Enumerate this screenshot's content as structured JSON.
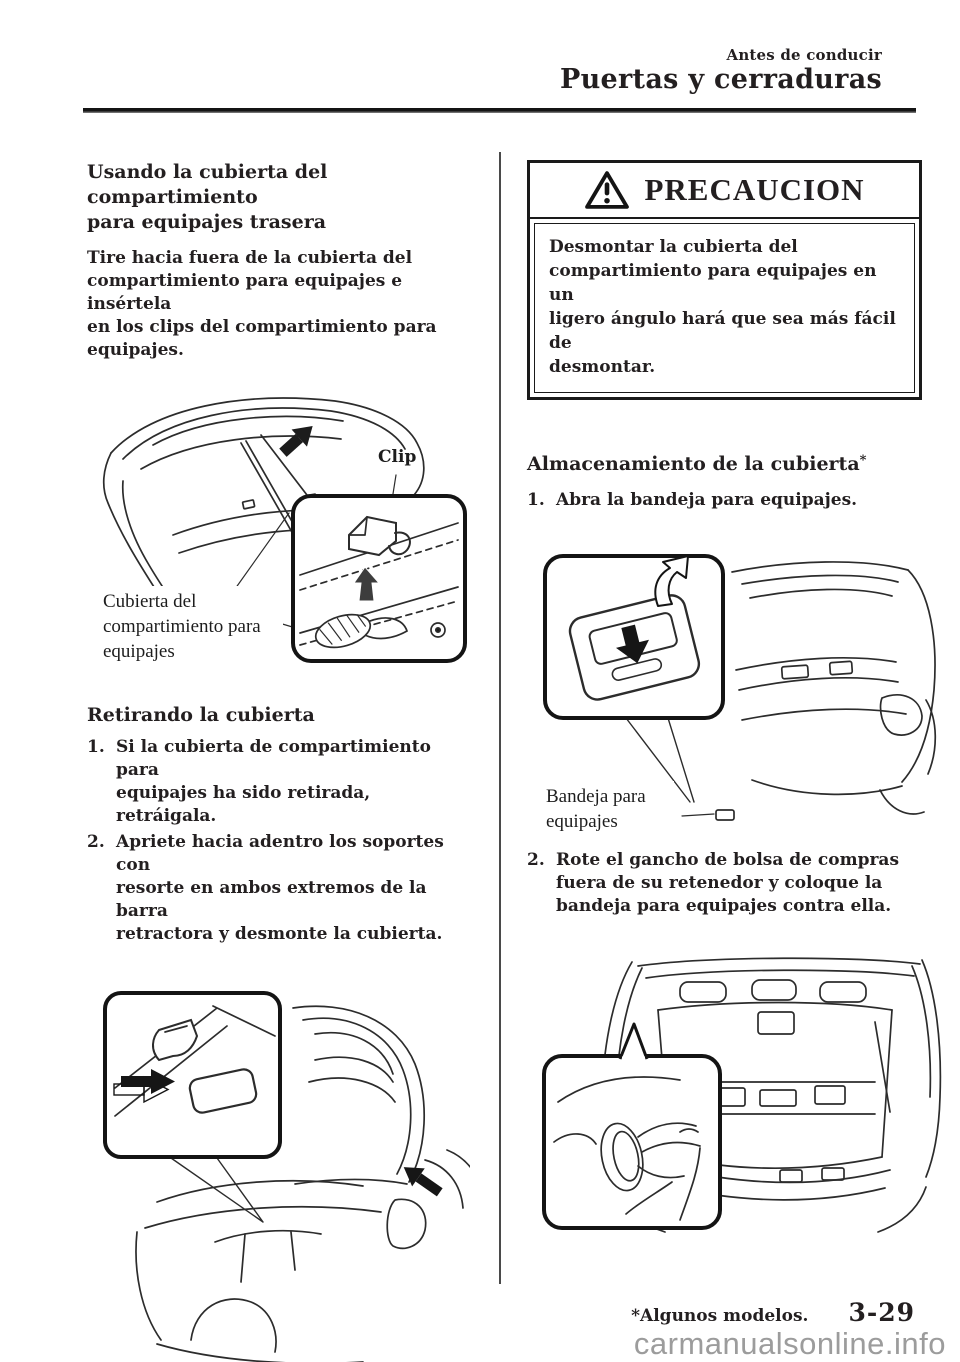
{
  "header": {
    "eyebrow": "Antes de conducir",
    "title": "Puertas y cerraduras"
  },
  "left": {
    "s1_heading": "Usando la cubierta del compartimiento\npara equipajes trasera",
    "s1_body": "Tire hacia fuera de la cubierta del\ncompartimiento para equipajes e insértela\nen los clips del compartimiento para\nequipajes.",
    "fig1": {
      "clip_label": "Clip",
      "cover_label": "Cubierta del\ncompartimiento para\nequipajes"
    },
    "s2_heading": "Retirando la cubierta",
    "steps": [
      {
        "num": "1.",
        "text": "Si la cubierta de compartimiento para\nequipajes ha sido retirada, retráigala."
      },
      {
        "num": "2.",
        "text": "Apriete hacia adentro los soportes con\nresorte en ambos extremos de la barra\nretractora y desmonte la cubierta."
      }
    ]
  },
  "right": {
    "caution_title": "PRECAUCION",
    "caution_body": "Desmontar la cubierta del\ncompartimiento para equipajes en un\nligero ángulo hará que sea más fácil de\ndesmontar.",
    "s_heading": "Almacenamiento de la cubierta",
    "s_heading_sup": "*",
    "steps": [
      {
        "num": "1.",
        "text": "Abra la bandeja para equipajes."
      },
      {
        "num": "2.",
        "text": "Rote el gancho de bolsa de compras\nfuera de su retenedor y coloque la\nbandeja para equipajes contra ella."
      }
    ],
    "fig3": {
      "tray_label": "Bandeja para\nequipajes"
    }
  },
  "footer": {
    "footnote": "*Algunos modelos.",
    "page_number": "3-29",
    "watermark": "carmanualsonline.info"
  },
  "colors": {
    "ink": "#231f20",
    "line": "#2c2c2c",
    "watermark_gray": "#9c9c9c"
  }
}
